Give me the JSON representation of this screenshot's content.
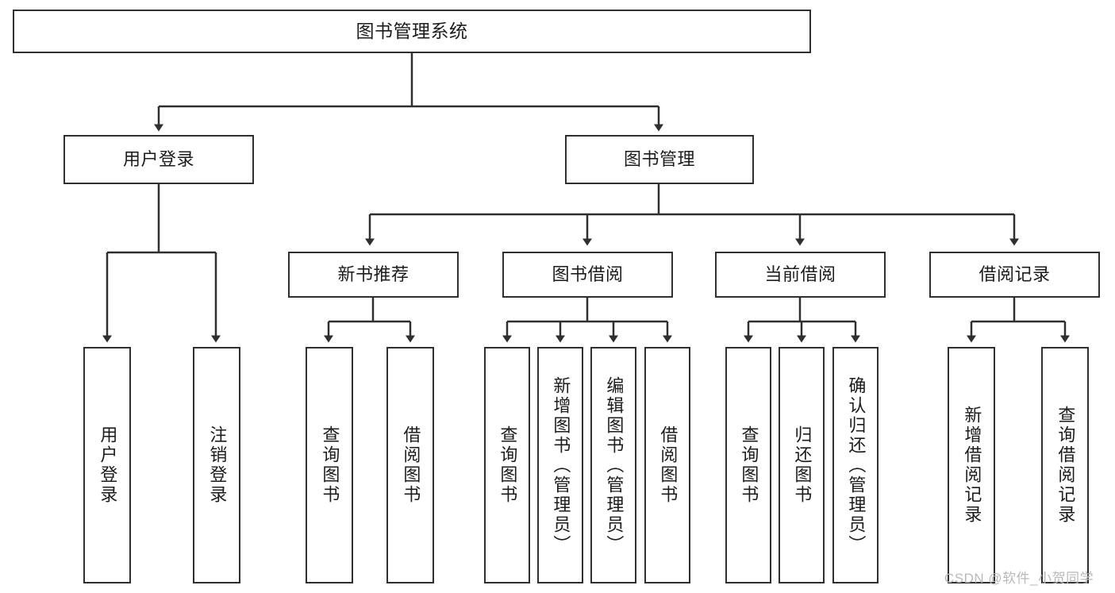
{
  "diagram": {
    "type": "hierarchy-tree",
    "title": "图书管理系统",
    "root": {
      "label": "图书管理系统"
    },
    "level2": [
      {
        "label": "用户登录"
      },
      {
        "label": "图书管理"
      }
    ],
    "level3": [
      {
        "label": "新书推荐"
      },
      {
        "label": "图书借阅"
      },
      {
        "label": "当前借阅"
      },
      {
        "label": "借阅记录"
      }
    ],
    "leaves": {
      "user_login": [
        {
          "label": "用户登录"
        },
        {
          "label": "注销登录"
        }
      ],
      "new_book_recommend": [
        {
          "label": "查询图书"
        },
        {
          "label": "借阅图书"
        }
      ],
      "book_borrow": [
        {
          "label": "查询图书"
        },
        {
          "label": "新增图书（管理员）"
        },
        {
          "label": "编辑图书（管理员）"
        },
        {
          "label": "借阅图书"
        }
      ],
      "current_borrow": [
        {
          "label": "查询图书"
        },
        {
          "label": "归还图书"
        },
        {
          "label": "确认归还（管理员）"
        }
      ],
      "borrow_record": [
        {
          "label": "新增借阅记录"
        },
        {
          "label": "查询借阅记录"
        }
      ]
    }
  },
  "watermark": {
    "text": "CSDN @软件_小贺同学"
  },
  "colors": {
    "border": "#2f2f2f",
    "text": "#1c1c1c",
    "background": "#ffffff",
    "watermark": "#b9b9b9"
  }
}
